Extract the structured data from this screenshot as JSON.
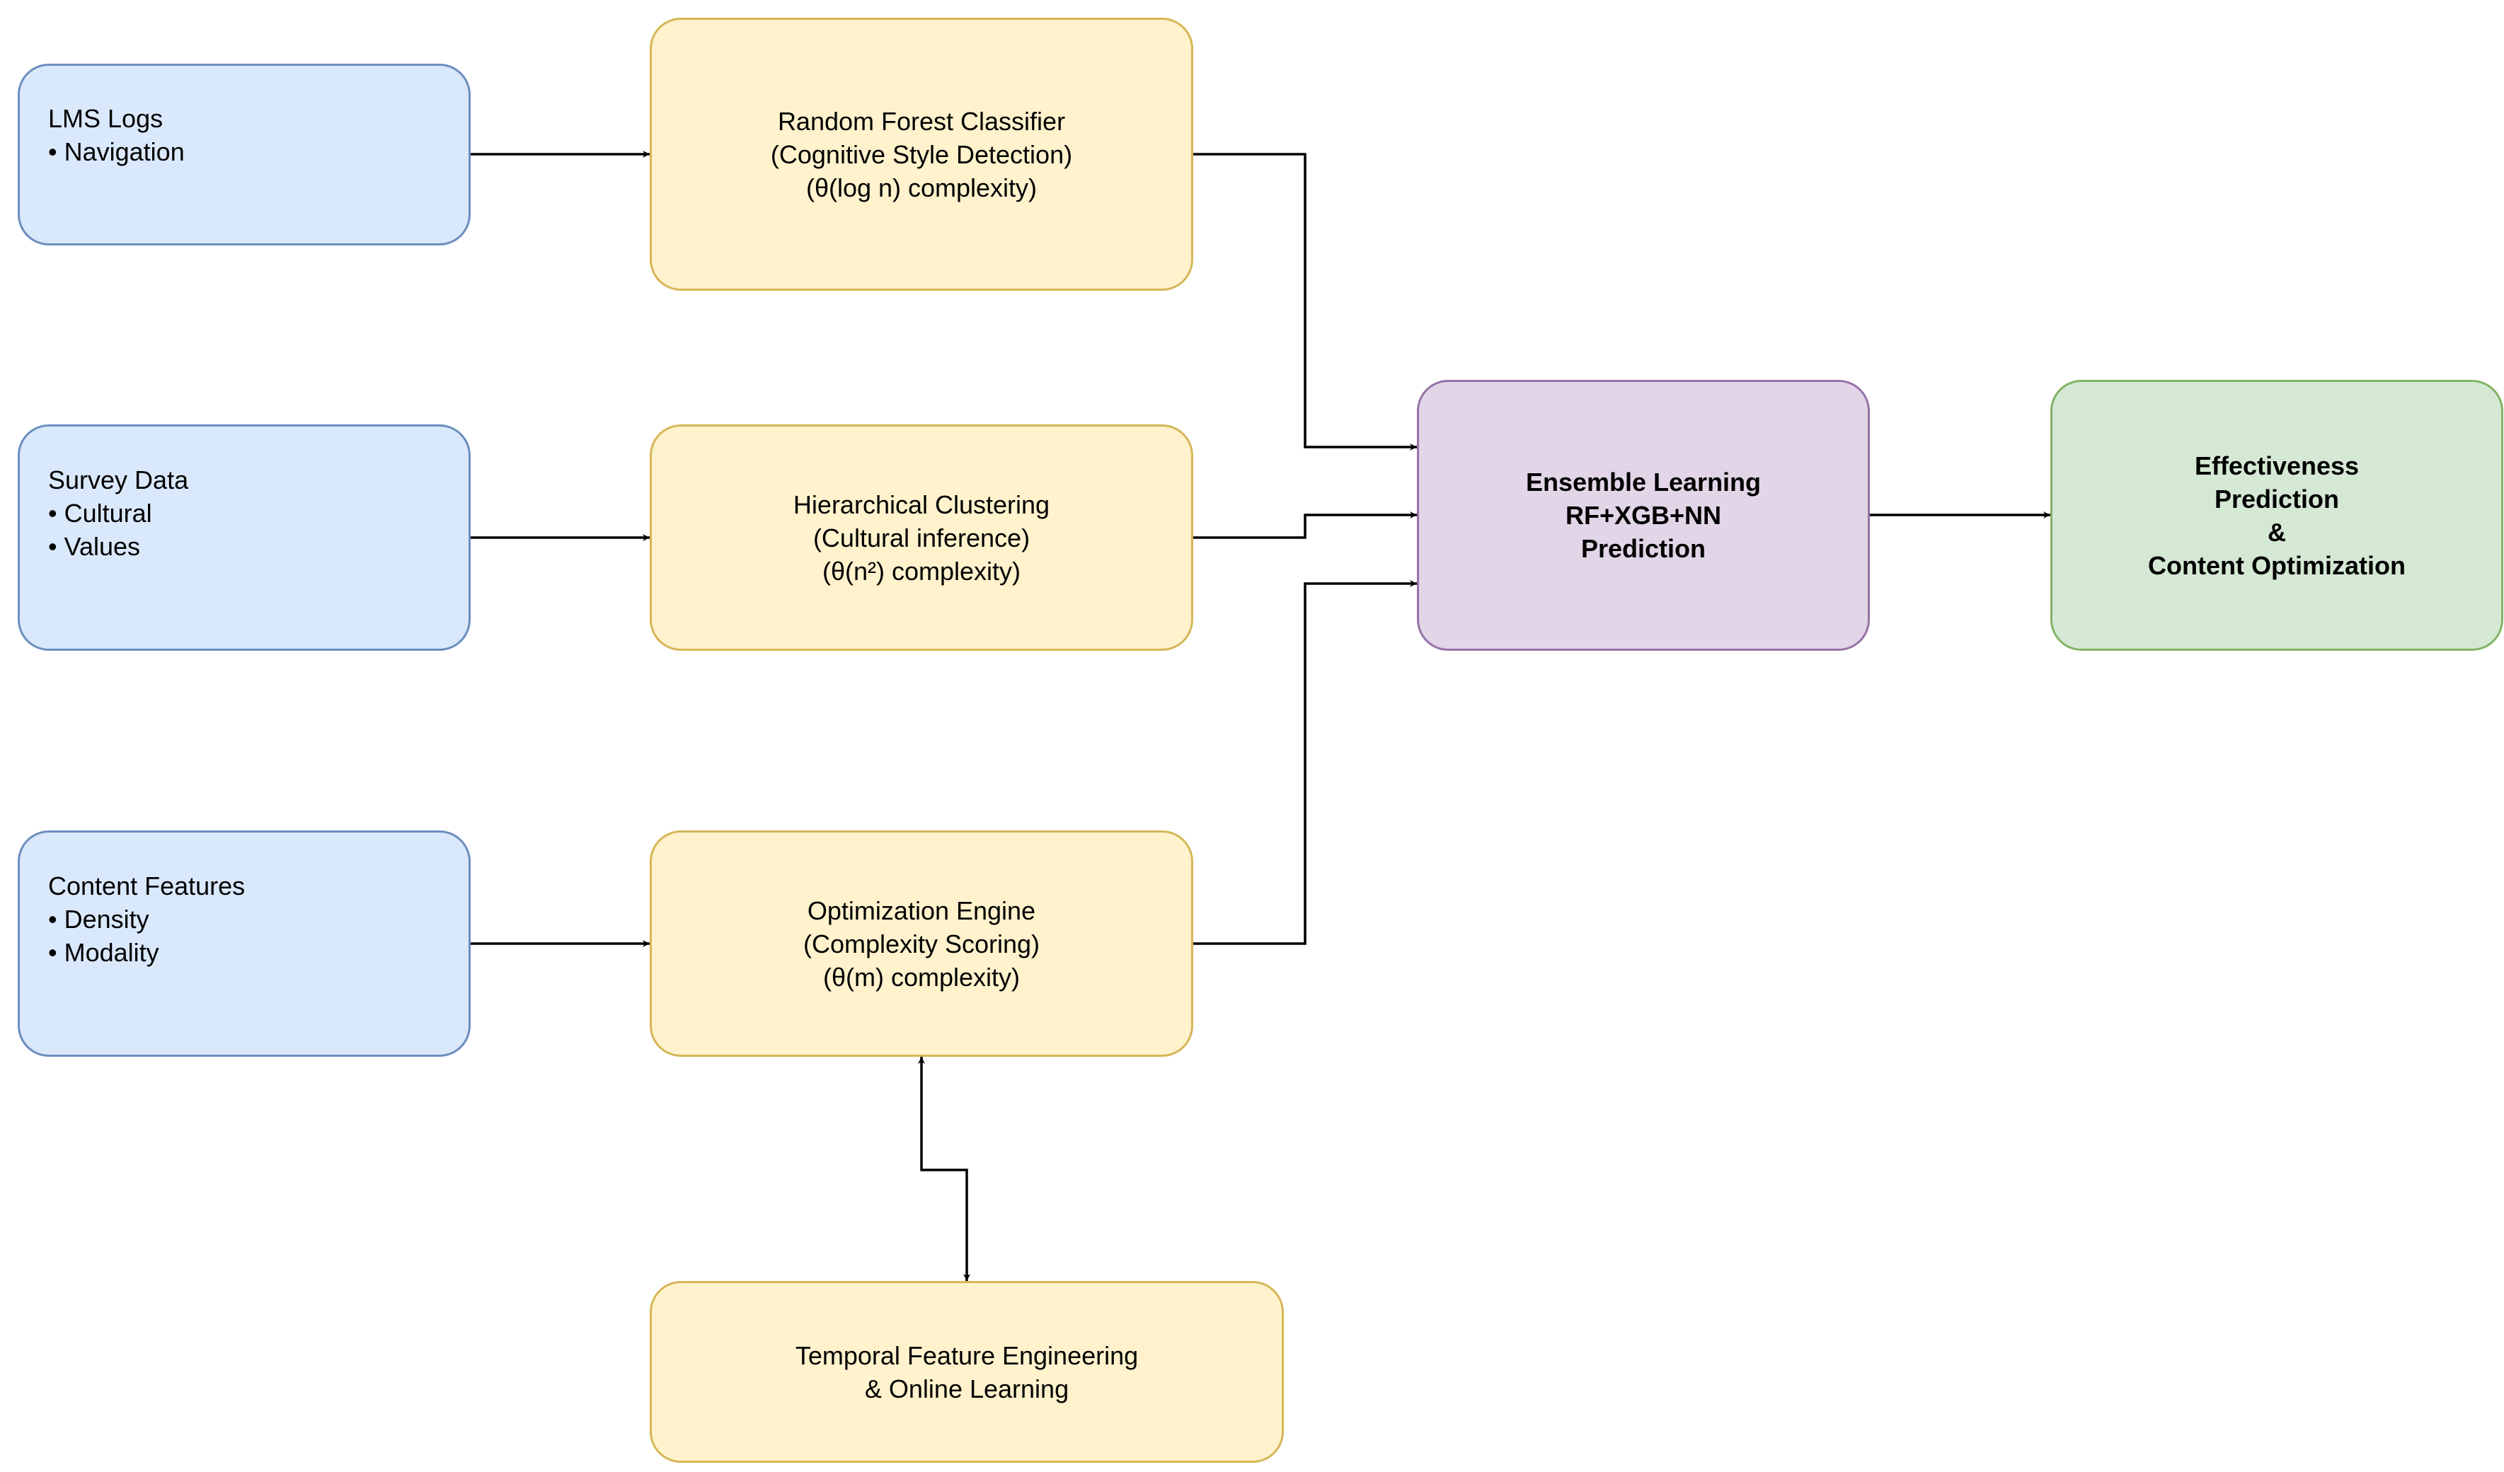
{
  "diagram": {
    "inputs": [
      {
        "id": "lms",
        "lines": [
          "LMS Logs",
          "• Navigation"
        ]
      },
      {
        "id": "survey",
        "lines": [
          "Survey Data",
          "• Cultural",
          "• Values"
        ]
      },
      {
        "id": "content",
        "lines": [
          "Content Features",
          "• Density",
          "• Modality"
        ]
      }
    ],
    "processors": [
      {
        "id": "rf",
        "lines": [
          "Random Forest Classifier",
          "(Cognitive Style Detection)",
          "(θ(log n) complexity)"
        ]
      },
      {
        "id": "hc",
        "lines": [
          "Hierarchical Clustering",
          "(Cultural inference)",
          "(θ(n²) complexity)"
        ]
      },
      {
        "id": "opt",
        "lines": [
          "Optimization Engine",
          "(Complexity Scoring)",
          "(θ(m) complexity)"
        ]
      },
      {
        "id": "temporal",
        "lines": [
          "Temporal Feature Engineering",
          "& Online Learning"
        ]
      }
    ],
    "ensemble": {
      "lines": [
        "Ensemble Learning",
        "RF+XGB+NN",
        "Prediction"
      ]
    },
    "output": {
      "lines": [
        "Effectiveness",
        "Prediction",
        "&",
        "Content Optimization"
      ]
    },
    "edges": [
      {
        "from": "lms",
        "to": "rf"
      },
      {
        "from": "survey",
        "to": "hc"
      },
      {
        "from": "content",
        "to": "opt"
      },
      {
        "from": "rf",
        "to": "ensemble"
      },
      {
        "from": "hc",
        "to": "ensemble"
      },
      {
        "from": "opt",
        "to": "ensemble"
      },
      {
        "from": "opt",
        "to": "temporal",
        "bidirectional": true
      },
      {
        "from": "ensemble",
        "to": "output"
      }
    ],
    "colors": {
      "input_fill": "#dae8fc",
      "input_stroke": "#6c8ebf",
      "process_fill": "#fff2cc",
      "process_stroke": "#d6b656",
      "ensemble_fill": "#e1d5e7",
      "ensemble_stroke": "#9673a6",
      "output_fill": "#d5e8d4",
      "output_stroke": "#82b366",
      "edge": "#000000"
    }
  }
}
